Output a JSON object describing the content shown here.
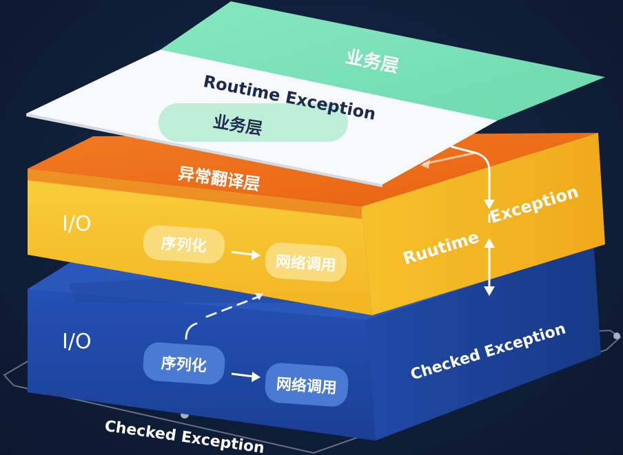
{
  "top_layer": {
    "title": "业务层",
    "exception_label": "Routime Exception",
    "inner_pill": "业务层"
  },
  "translation_layer": {
    "title": "异常翻译层",
    "io_label": "I/O",
    "step1": "序列化",
    "step2": "网络调用",
    "side_label_1": "Ruutime",
    "side_label_2": "Exception"
  },
  "io_layer": {
    "io_label": "I/O",
    "step1": "序列化",
    "step2": "网络调用",
    "side_label": "Checked Exception"
  },
  "base": {
    "label": "Checked Exception"
  },
  "colors": {
    "background": "#0f1d36",
    "green": "#7fe3b8",
    "white": "#f6f8fb",
    "orange": "#f0701c",
    "yellow": "#f7c530",
    "blue": "#1f4aa8",
    "blue_dark": "#173a86"
  }
}
